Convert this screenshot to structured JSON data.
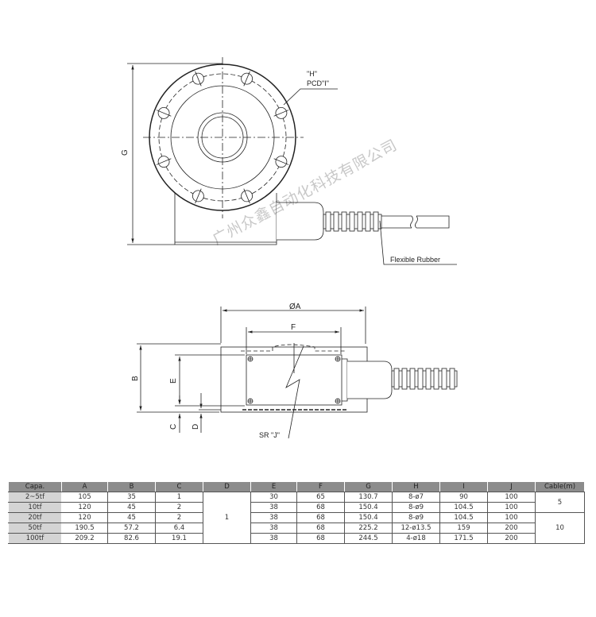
{
  "top_view": {
    "dim_g": "G",
    "hole_label": "\"H\"",
    "pcd_label": "PCD\"I\"",
    "cable_label": "Flexible Rubber"
  },
  "side_view": {
    "dim_a": "ØA",
    "dim_f": "F",
    "dim_b": "B",
    "dim_e": "E",
    "dim_c": "C",
    "dim_d": "D",
    "sr_label": "SR \"J\""
  },
  "watermark": "广州众鑫自动化科技有限公司",
  "table": {
    "headers": [
      "Capa.",
      "A",
      "B",
      "C",
      "D",
      "E",
      "F",
      "G",
      "H",
      "I",
      "J",
      "Cable(m)"
    ],
    "rows": [
      [
        "2~5tf",
        "105",
        "35",
        "1",
        "30",
        "65",
        "130.7",
        "8-ø7",
        "90",
        "100"
      ],
      [
        "10tf",
        "120",
        "45",
        "2",
        "38",
        "68",
        "150.4",
        "8-ø9",
        "104.5",
        "100"
      ],
      [
        "20tf",
        "120",
        "45",
        "2",
        "38",
        "68",
        "150.4",
        "8-ø9",
        "104.5",
        "100"
      ],
      [
        "50tf",
        "190.5",
        "57.2",
        "6.4",
        "38",
        "68",
        "225.2",
        "12-ø13.5",
        "159",
        "200"
      ],
      [
        "100tf",
        "209.2",
        "82.6",
        "19.1",
        "38",
        "68",
        "244.5",
        "4-ø18",
        "171.5",
        "200"
      ]
    ],
    "d_value": "1",
    "cable_5": "5",
    "cable_10": "10"
  }
}
